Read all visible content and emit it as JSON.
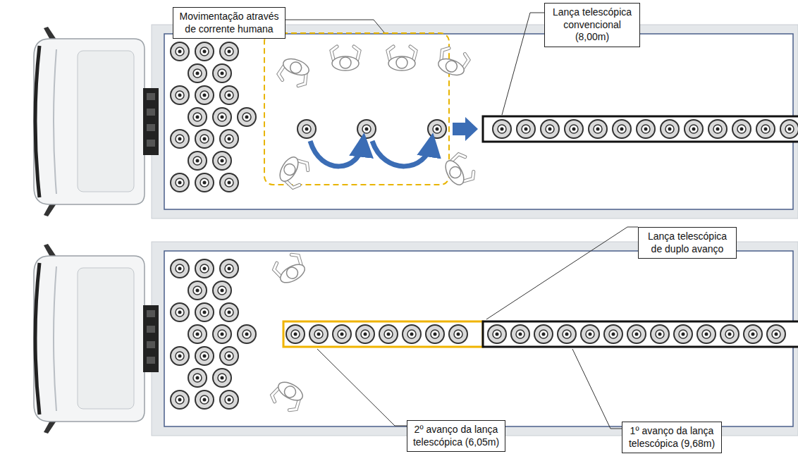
{
  "diagram": {
    "nodes": [
      {
        "text": [
          "Movimentação através de corrente humana"
        ]
      },
      {
        "text": [
          "Lança telescópica convencional (8,00m)"
        ]
      },
      {
        "text": [
          "Lança telescópica de duplo avanço"
        ]
      },
      {
        "text": [
          "2º avanço da lança telescópica (6,05m)"
        ]
      },
      {
        "text": [
          "1º avanço da lança telescópica (9,68m)"
        ]
      }
    ]
  }
}
